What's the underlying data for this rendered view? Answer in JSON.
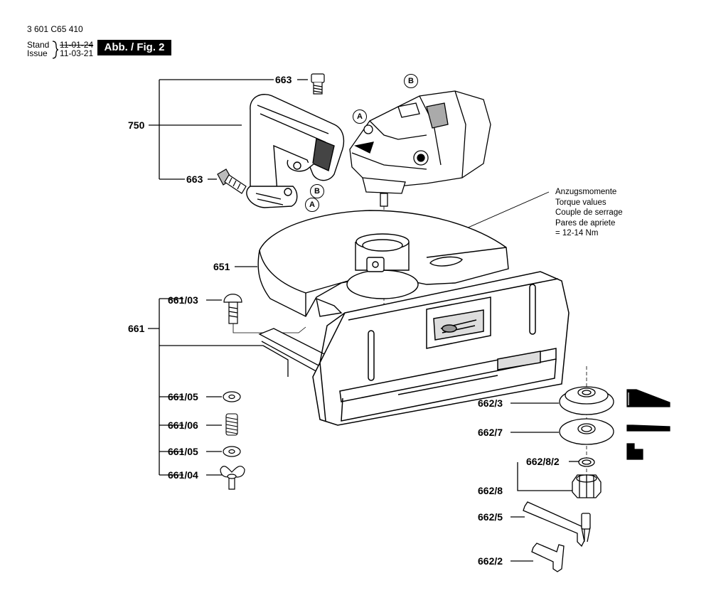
{
  "header": {
    "doc_number": "3 601 C65 410",
    "stand_label": "Stand",
    "issue_label": "Issue",
    "stand_date": "11-01-24",
    "issue_date": "11-03-21",
    "figure_label": "Abb. / Fig. 2"
  },
  "parts": {
    "p663_top": "663",
    "p750": "750",
    "p663_bottom": "663",
    "p651": "651",
    "p661_03": "661/03",
    "p661": "661",
    "p661_05a": "661/05",
    "p661_06": "661/06",
    "p661_05b": "661/05",
    "p661_04": "661/04",
    "p662_3": "662/3",
    "p662_7": "662/7",
    "p662_8_2": "662/8/2",
    "p662_8": "662/8",
    "p662_5": "662/5",
    "p662_2": "662/2"
  },
  "callouts": {
    "a_tool": "A",
    "b_tool": "B",
    "a_handle": "A",
    "b_handle": "B"
  },
  "torque_note": {
    "line1": "Anzugsmomente",
    "line2": "Torque values",
    "line3": "Couple de serrage",
    "line4": "Pares de apriete",
    "line5": "= 12-14 Nm"
  }
}
